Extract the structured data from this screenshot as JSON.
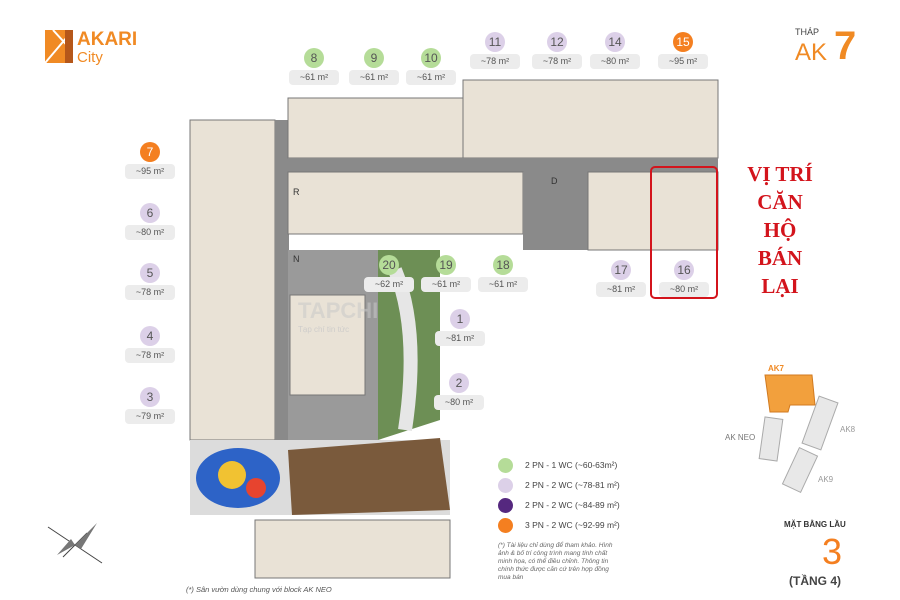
{
  "brand": {
    "name_line1": "AKARI",
    "name_line2": "City",
    "color": "#f08a24"
  },
  "tower": {
    "prefix": "THÁP",
    "name": "AK",
    "number": "7"
  },
  "callout": {
    "lines": [
      "VỊ TRÍ",
      "CĂN",
      "HỘ",
      "BÁN",
      "LẠI"
    ],
    "color": "#d3141c"
  },
  "colors": {
    "green": "#b5dc98",
    "lilac": "#dcd0e8",
    "purple": "#55287f",
    "orange": "#f47f20"
  },
  "units": [
    {
      "number": "8",
      "area": "~61 m²",
      "type": "green"
    },
    {
      "number": "9",
      "area": "~61 m²",
      "type": "green"
    },
    {
      "number": "10",
      "area": "~61 m²",
      "type": "green"
    },
    {
      "number": "11",
      "area": "~78 m²",
      "type": "lilac"
    },
    {
      "number": "12",
      "area": "~78 m²",
      "type": "lilac"
    },
    {
      "number": "14",
      "area": "~80 m²",
      "type": "lilac"
    },
    {
      "number": "15",
      "area": "~95 m²",
      "type": "orange"
    },
    {
      "number": "7",
      "area": "~95 m²",
      "type": "orange"
    },
    {
      "number": "6",
      "area": "~80 m²",
      "type": "lilac"
    },
    {
      "number": "5",
      "area": "~78 m²",
      "type": "lilac"
    },
    {
      "number": "4",
      "area": "~78 m²",
      "type": "lilac"
    },
    {
      "number": "3",
      "area": "~79 m²",
      "type": "lilac"
    },
    {
      "number": "20",
      "area": "~62 m²",
      "type": "green"
    },
    {
      "number": "19",
      "area": "~61 m²",
      "type": "green"
    },
    {
      "number": "18",
      "area": "~61 m²",
      "type": "green"
    },
    {
      "number": "17",
      "area": "~81 m²",
      "type": "lilac"
    },
    {
      "number": "16",
      "area": "~80 m²",
      "type": "lilac",
      "highlighted": true
    },
    {
      "number": "1",
      "area": "~81 m²",
      "type": "lilac"
    },
    {
      "number": "2",
      "area": "~80 m²",
      "type": "lilac"
    }
  ],
  "legend": [
    {
      "label": "2 PN - 1 WC (~60-63m²)",
      "type": "green"
    },
    {
      "label": "2 PN - 2 WC (~78-81 m²)",
      "type": "lilac"
    },
    {
      "label": "2 PN - 2 WC (~84-89 m²)",
      "type": "purple"
    },
    {
      "label": "3 PN - 2 WC (~92-99 m²)",
      "type": "orange"
    }
  ],
  "disclaimer": "(*) Tài liệu chỉ dùng để tham khảo. Hình ảnh & bố trí công trình mang tính chất minh họa, có thể điều chỉnh. Thông tin chính thức được căn cứ trên hợp đồng mua bán",
  "footnote": "(*) Sân vườn dùng chung với block AK NEO",
  "floor": {
    "label": "MẶT BẰNG LẦU",
    "number": "3",
    "sub": "(TẦNG 4)"
  },
  "keymap": {
    "ak7": "AK7",
    "akneo": "AK NEO",
    "ak8": "AK8",
    "ak9": "AK9"
  },
  "plan_labels": {
    "r": "R",
    "n": "N",
    "d": "D"
  },
  "watermark": {
    "title": "TAPCHI",
    "sub": "Tạp chí tin tức"
  }
}
